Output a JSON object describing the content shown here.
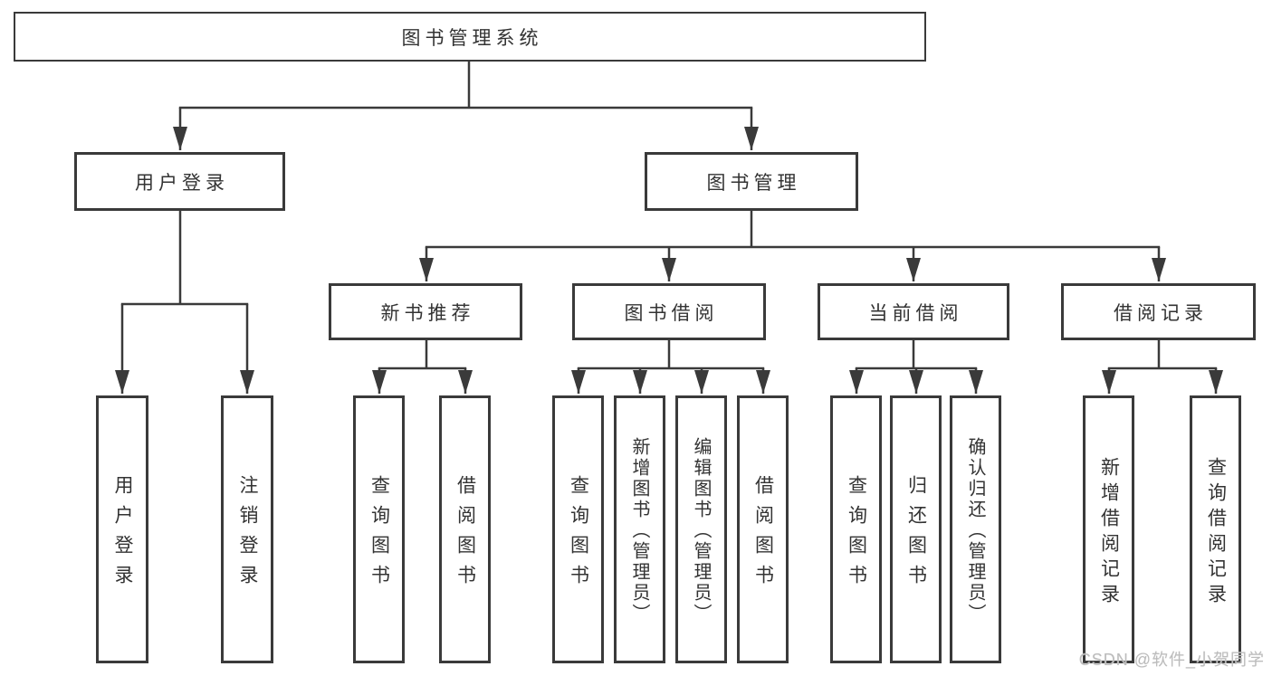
{
  "diagram_title": "图书管理系统",
  "tree": {
    "root": {
      "label": "图书管理系统"
    },
    "branches": [
      {
        "label": "用户登录",
        "children": [
          {
            "label": "用户登录"
          },
          {
            "label": "注销登录"
          }
        ]
      },
      {
        "label": "图书管理",
        "children": [
          {
            "label": "新书推荐",
            "children": [
              {
                "label": "查询图书"
              },
              {
                "label": "借阅图书"
              }
            ]
          },
          {
            "label": "图书借阅",
            "children": [
              {
                "label": "查询图书"
              },
              {
                "label": "新增图书（管理员）"
              },
              {
                "label": "编辑图书（管理员）"
              },
              {
                "label": "借阅图书"
              }
            ]
          },
          {
            "label": "当前借阅",
            "children": [
              {
                "label": "查询图书"
              },
              {
                "label": "归还图书"
              },
              {
                "label": "确认归还（管理员）"
              }
            ]
          },
          {
            "label": "借阅记录",
            "children": [
              {
                "label": "新增借阅记录"
              },
              {
                "label": "查询借阅记录"
              }
            ]
          }
        ]
      }
    ]
  },
  "watermark": {
    "text": "CSDN @软件_小贺同学"
  },
  "colors": {
    "line": "#3a3a3a",
    "box_border": "#3a3a3a",
    "text": "#333333",
    "watermark": "#bcbcbc",
    "background": "#ffffff"
  }
}
